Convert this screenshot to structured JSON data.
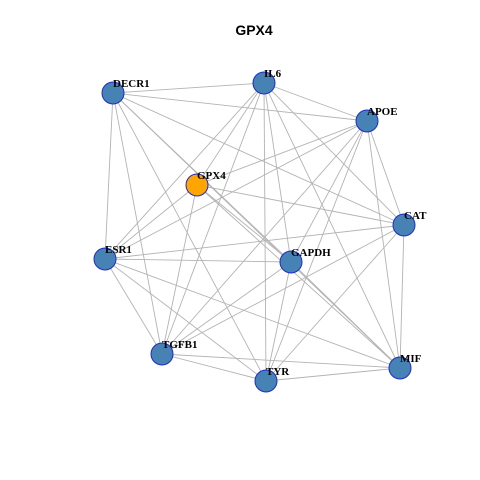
{
  "title": "GPX4",
  "colors": {
    "node_default": "#4682b4",
    "node_highlight": "#ffa500",
    "node_border": "#1f2bc9",
    "edge": "#b3b3b3",
    "background": "#ffffff"
  },
  "nodes": [
    {
      "id": "DECR1",
      "label": "DECR1",
      "highlight": false
    },
    {
      "id": "IL6",
      "label": "IL6",
      "highlight": false
    },
    {
      "id": "APOE",
      "label": "APOE",
      "highlight": false
    },
    {
      "id": "GPX4",
      "label": "GPX4",
      "highlight": true
    },
    {
      "id": "CAT",
      "label": "CAT",
      "highlight": false
    },
    {
      "id": "ESR1",
      "label": "ESR1",
      "highlight": false
    },
    {
      "id": "GAPDH",
      "label": "GAPDH",
      "highlight": false
    },
    {
      "id": "TGFB1",
      "label": "TGFB1",
      "highlight": false
    },
    {
      "id": "MIF",
      "label": "MIF",
      "highlight": false
    },
    {
      "id": "TYR",
      "label": "TYR",
      "highlight": false
    }
  ],
  "edges": [
    [
      "DECR1",
      "IL6"
    ],
    [
      "DECR1",
      "APOE"
    ],
    [
      "DECR1",
      "CAT"
    ],
    [
      "DECR1",
      "ESR1"
    ],
    [
      "DECR1",
      "GAPDH"
    ],
    [
      "DECR1",
      "TGFB1"
    ],
    [
      "DECR1",
      "TYR"
    ],
    [
      "DECR1",
      "MIF"
    ],
    [
      "IL6",
      "APOE"
    ],
    [
      "IL6",
      "ESR1"
    ],
    [
      "IL6",
      "GAPDH"
    ],
    [
      "IL6",
      "TGFB1"
    ],
    [
      "IL6",
      "TYR"
    ],
    [
      "IL6",
      "MIF"
    ],
    [
      "IL6",
      "CAT"
    ],
    [
      "APOE",
      "ESR1"
    ],
    [
      "APOE",
      "GAPDH"
    ],
    [
      "APOE",
      "TGFB1"
    ],
    [
      "APOE",
      "TYR"
    ],
    [
      "APOE",
      "MIF"
    ],
    [
      "APOE",
      "CAT"
    ],
    [
      "GPX4",
      "GAPDH"
    ],
    [
      "GPX4",
      "CAT"
    ],
    [
      "GPX4",
      "TGFB1"
    ],
    [
      "GPX4",
      "MIF"
    ],
    [
      "GPX4",
      "IL6"
    ],
    [
      "GPX4",
      "APOE"
    ],
    [
      "GPX4",
      "ESR1"
    ],
    [
      "CAT",
      "ESR1"
    ],
    [
      "CAT",
      "TGFB1"
    ],
    [
      "CAT",
      "TYR"
    ],
    [
      "CAT",
      "MIF"
    ],
    [
      "ESR1",
      "GAPDH"
    ],
    [
      "ESR1",
      "TGFB1"
    ],
    [
      "ESR1",
      "TYR"
    ],
    [
      "ESR1",
      "MIF"
    ],
    [
      "GAPDH",
      "TGFB1"
    ],
    [
      "GAPDH",
      "TYR"
    ],
    [
      "GAPDH",
      "MIF"
    ],
    [
      "TGFB1",
      "TYR"
    ],
    [
      "TGFB1",
      "MIF"
    ],
    [
      "TYR",
      "MIF"
    ]
  ]
}
